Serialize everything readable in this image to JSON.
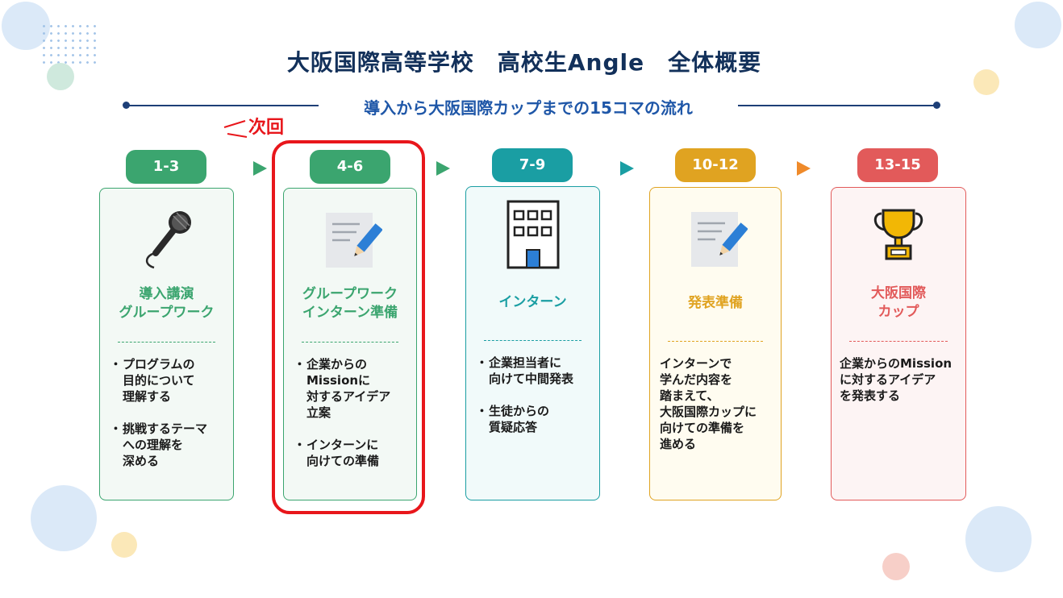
{
  "title": "大阪国際高等学校　高校生Angle　全体概要",
  "subtitle": "導入から大阪国際カップまでの15コマの流れ",
  "next_label": "次回",
  "colors": {
    "navy": "#12305a",
    "subtitle_blue": "#1f57a8",
    "highlight_red": "#e8161b",
    "green": "#3ba56f",
    "teal": "#1a9ea3",
    "orange": "#e0a321",
    "red": "#e25a5a"
  },
  "steps": [
    {
      "badge": "1-3",
      "icon": "microphone-icon",
      "heading": [
        "導入講演",
        "グループワーク"
      ],
      "bullets": [
        [
          "プログラムの",
          "目的について",
          "理解する"
        ],
        [
          "挑戦するテーマ",
          "への理解を",
          "深める"
        ]
      ]
    },
    {
      "badge": "4-6",
      "icon": "document-pencil-icon",
      "heading": [
        "グループワーク",
        "インターン準備"
      ],
      "bullets": [
        [
          "企業からの",
          "Missionに",
          "対するアイデア",
          "立案"
        ],
        [
          "インターンに",
          "向けての準備"
        ]
      ]
    },
    {
      "badge": "7-9",
      "icon": "building-icon",
      "heading": [
        "インターン"
      ],
      "bullets": [
        [
          "企業担当者に",
          "向けて中間発表"
        ],
        [
          "生徒からの",
          "質疑応答"
        ]
      ]
    },
    {
      "badge": "10-12",
      "icon": "document-pencil-icon",
      "heading": [
        "発表準備"
      ],
      "text": [
        "インターンで",
        "学んだ内容を",
        "踏まえて、",
        "大阪国際カップに",
        "向けての準備を",
        "進める"
      ]
    },
    {
      "badge": "13-15",
      "icon": "trophy-icon",
      "heading": [
        "大阪国際",
        "カップ"
      ],
      "text": [
        "企業からのMission",
        "に対するアイデア",
        "を発表する"
      ]
    }
  ]
}
